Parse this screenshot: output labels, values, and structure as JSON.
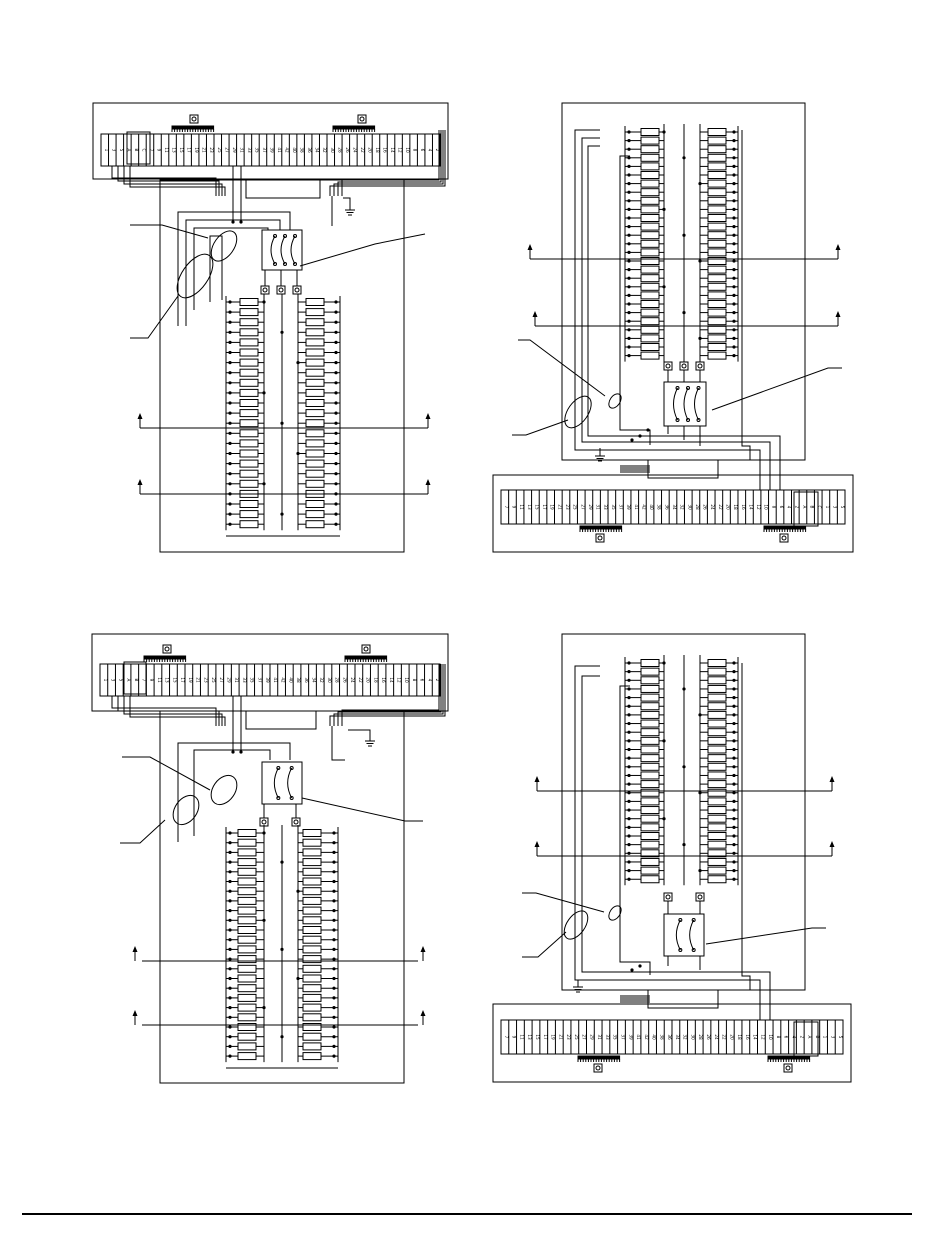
{
  "diagrams": [
    {
      "id": "top-left",
      "terminal_labels": [
        "1",
        "3",
        "5",
        "A",
        "B",
        "C",
        "7",
        "9",
        "11",
        "13",
        "15",
        "17",
        "19",
        "21",
        "23",
        "25",
        "27",
        "29",
        "31",
        "33",
        "35",
        "37",
        "39",
        "41",
        "42",
        "40",
        "38",
        "36",
        "34",
        "32",
        "30",
        "28",
        "26",
        "24",
        "22",
        "20",
        "18",
        "16",
        "14",
        "12",
        "10",
        "8",
        "6",
        "4",
        "2"
      ]
    },
    {
      "id": "top-right",
      "terminal_labels": [
        "7",
        "9",
        "11",
        "13",
        "15",
        "17",
        "19",
        "21",
        "23",
        "25",
        "27",
        "29",
        "31",
        "33",
        "35",
        "37",
        "39",
        "41",
        "42",
        "40",
        "38",
        "36",
        "34",
        "32",
        "30",
        "28",
        "26",
        "24",
        "22",
        "20",
        "18",
        "16",
        "14",
        "12",
        "10",
        "8",
        "6",
        "4",
        "2",
        "A",
        "B",
        "C",
        "1",
        "3",
        "5"
      ]
    },
    {
      "id": "bottom-left",
      "terminal_labels": [
        "1",
        "3",
        "5",
        "A",
        "B",
        "7",
        "9",
        "11",
        "13",
        "15",
        "17",
        "19",
        "21",
        "23",
        "25",
        "27",
        "29",
        "31",
        "33",
        "35",
        "37",
        "39",
        "41",
        "42",
        "40",
        "38",
        "36",
        "34",
        "32",
        "30",
        "28",
        "26",
        "24",
        "22",
        "20",
        "18",
        "16",
        "14",
        "12",
        "10",
        "8",
        "6",
        "4",
        "2"
      ]
    },
    {
      "id": "bottom-right",
      "terminal_labels": [
        "7",
        "9",
        "11",
        "13",
        "15",
        "17",
        "19",
        "21",
        "23",
        "25",
        "27",
        "29",
        "31",
        "33",
        "35",
        "37",
        "39",
        "41",
        "42",
        "40",
        "38",
        "36",
        "34",
        "32",
        "30",
        "28",
        "26",
        "24",
        "22",
        "20",
        "18",
        "16",
        "14",
        "12",
        "10",
        "8",
        "6",
        "4",
        "2",
        "A",
        "B",
        "1",
        "3",
        "5"
      ]
    }
  ],
  "colors": {
    "line": "#000000",
    "paper": "#ffffff"
  }
}
